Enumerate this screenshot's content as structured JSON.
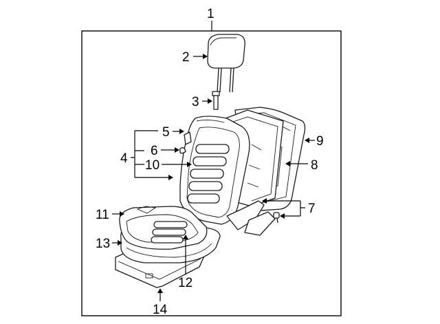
{
  "callouts": [
    {
      "id": "1",
      "label": "1"
    },
    {
      "id": "2",
      "label": "2"
    },
    {
      "id": "3",
      "label": "3"
    },
    {
      "id": "4",
      "label": "4"
    },
    {
      "id": "5",
      "label": "5"
    },
    {
      "id": "6",
      "label": "6"
    },
    {
      "id": "7",
      "label": "7"
    },
    {
      "id": "8",
      "label": "8"
    },
    {
      "id": "9",
      "label": "9"
    },
    {
      "id": "10",
      "label": "10"
    },
    {
      "id": "11",
      "label": "11"
    },
    {
      "id": "12",
      "label": "12"
    },
    {
      "id": "13",
      "label": "13"
    },
    {
      "id": "14",
      "label": "14"
    }
  ],
  "parts": {
    "headrest": "headrest",
    "guide": "headrest-guide",
    "back_cover": "seat-back-cover",
    "back_frame": "seat-back-frame",
    "back_board": "back-board",
    "cushion_cover": "cushion-cover",
    "cushion_pad": "cushion-pad",
    "base": "seat-base"
  }
}
